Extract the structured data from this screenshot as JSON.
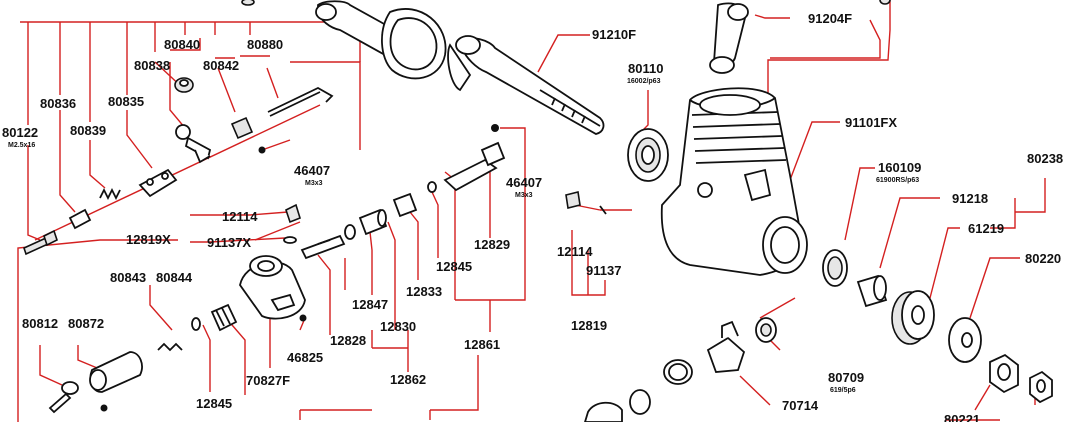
{
  "labels": {
    "l80840": "80840",
    "l80880": "80880",
    "l80838": "80838",
    "l80842": "80842",
    "l80836": "80836",
    "l80835": "80835",
    "l80839": "80839",
    "l80122": "80122",
    "l80122s": "M2.5x16",
    "l46407a": "46407",
    "l46407as": "M3x3",
    "l12114a": "12114",
    "l12819x": "12819X",
    "l91137x": "91137X",
    "l80843": "80843",
    "l80844": "80844",
    "l80812": "80812",
    "l80872": "80872",
    "l12845a": "12845",
    "l70827f": "70827F",
    "l46825": "46825",
    "l12828": "12828",
    "l12847": "12847",
    "l12830": "12830",
    "l12833": "12833",
    "l12862": "12862",
    "l12845b": "12845",
    "l12829": "12829",
    "l46407b": "46407",
    "l46407bs": "M3x3",
    "l12861": "12861",
    "l91210f": "91210F",
    "l80110": "80110",
    "l80110s": "16002/p63",
    "l91204f": "91204F",
    "l91101fx": "91101FX",
    "l160109": "160109",
    "l160109s": "61900RS/p63",
    "l80238": "80238",
    "l91218": "91218",
    "l61219": "61219",
    "l80220": "80220",
    "l12114b": "12114",
    "l91137": "91137",
    "l12819": "12819",
    "l80709": "80709",
    "l80709s": "619/5p6",
    "l70714": "70714",
    "l80221": "80221"
  }
}
